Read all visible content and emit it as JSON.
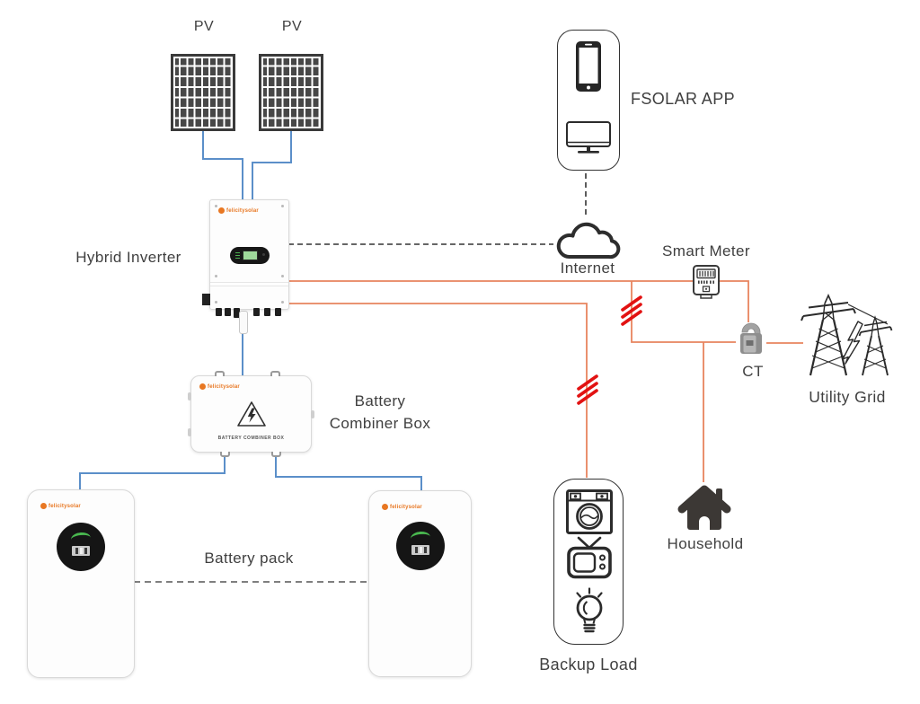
{
  "colors": {
    "wire_blue": "#5b8fc9",
    "wire_orange": "#e8845e",
    "hash_red": "#e21212",
    "dashed_line": "#333333",
    "icon_dark": "#2b2b2b",
    "text": "#3f3f3f",
    "brand_orange": "#e87722"
  },
  "nodes": {
    "pv_left": {
      "label": "PV"
    },
    "pv_right": {
      "label": "PV"
    },
    "hybrid_inverter": {
      "label": "Hybrid Inverter"
    },
    "battery_combiner_box": {
      "label_line1": "Battery",
      "label_line2": "Combiner Box",
      "panel_text": "BATTERY COMBINER BOX"
    },
    "battery_pack": {
      "label": "Battery pack"
    },
    "fsolar_app": {
      "label": "FSOLAR APP"
    },
    "internet": {
      "label": "Internet"
    },
    "smart_meter": {
      "label": "Smart Meter"
    },
    "ct": {
      "label": "CT"
    },
    "utility_grid": {
      "label": "Utility Grid"
    },
    "household": {
      "label": "Household"
    },
    "backup_load": {
      "label": "Backup Load"
    }
  },
  "brand": {
    "name": "felicitysolar"
  },
  "icons": {
    "fsolar_app": [
      "smartphone-icon",
      "monitor-icon"
    ],
    "internet": "cloud-icon",
    "smart_meter": "energy-meter-icon",
    "ct": "current-transformer-clamp-icon",
    "utility_grid": "transmission-towers-icon",
    "household": "house-icon",
    "backup_load": [
      "washing-machine-icon",
      "tv-icon",
      "light-bulb-icon"
    ],
    "battery_combiner_box": "warning-triangle-icon"
  }
}
